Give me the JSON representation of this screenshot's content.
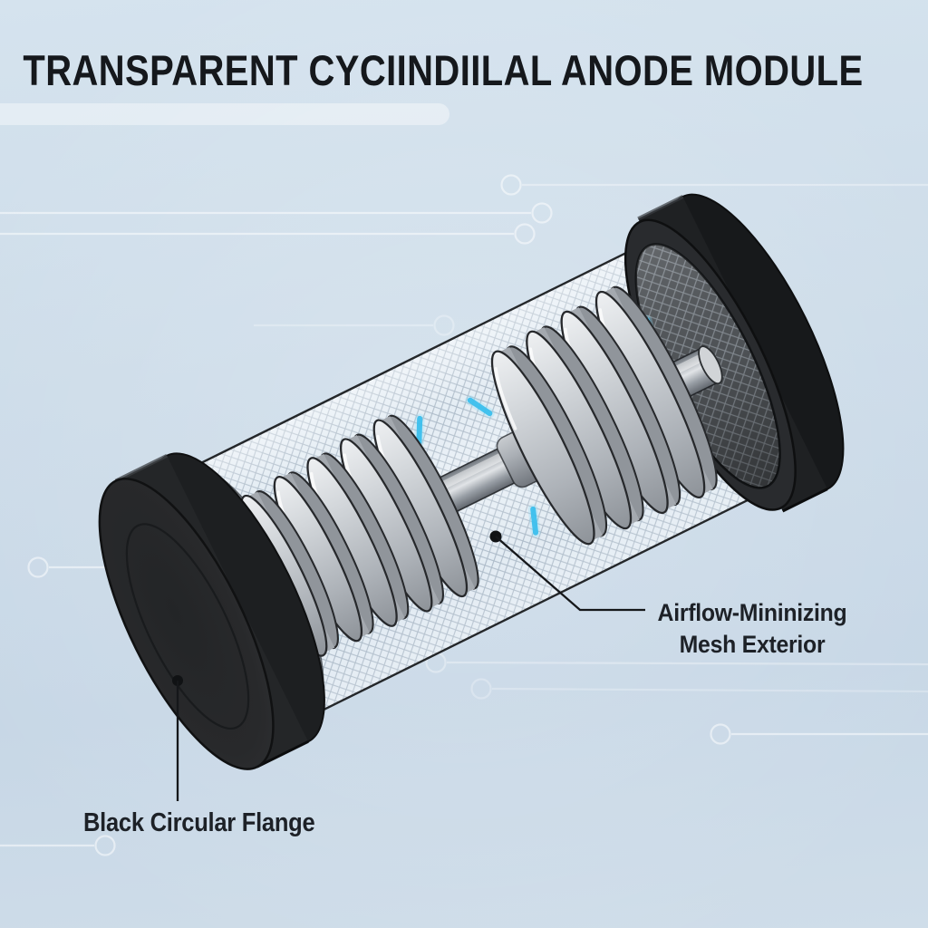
{
  "title": "TRANSPARENT CYCIINDIILAL ANODE MODULE",
  "labels": {
    "mesh_exterior": {
      "line1": "Airflow-Mininizing",
      "line2": "Mesh Exterior"
    },
    "flange": "Black Circular Flange"
  },
  "colors": {
    "background_top": "#d5e3ee",
    "background_bottom": "#c7d7e6",
    "flange_black": "#2c2e30",
    "cap_black": "#292b2e",
    "cap_mesh_gray": "#52565a",
    "disc_gray": "#cdd2d6",
    "disc_outline": "#26282b",
    "shaft_gray": "#9aa0a6",
    "glow_cyan": "#3cc0ee",
    "glow_cyan_soft": "#8fdcf6",
    "tube_mesh_line": "#687e93",
    "leader_dark": "#15171a",
    "trace_white": "#ffffff",
    "text_dark": "#1d2127"
  }
}
